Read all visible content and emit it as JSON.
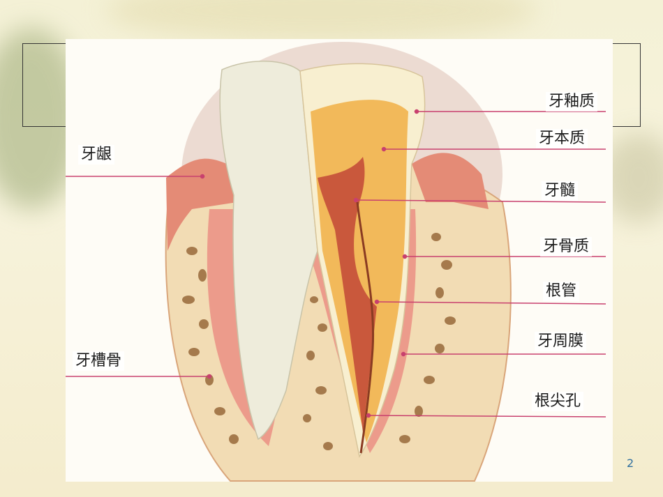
{
  "slide": {
    "page_number": "2"
  },
  "labels": {
    "enamel": "牙釉质",
    "dentin": "牙本质",
    "pulp": "牙髓",
    "cementum": "牙骨质",
    "root_canal": "根管",
    "periodontal_membrane": "牙周膜",
    "apical_foramen": "根尖孔",
    "gingiva": "牙龈",
    "alveolar_bone": "牙槽骨"
  },
  "colors": {
    "leader_line": "#c8406e",
    "page_number": "#2f6f9f"
  }
}
